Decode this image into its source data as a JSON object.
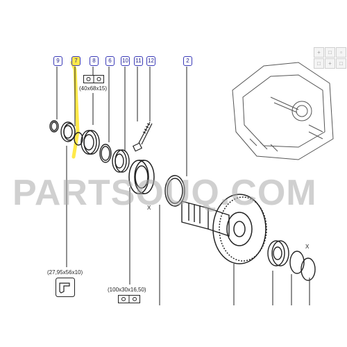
{
  "callouts": {
    "c9": "9",
    "c7": "7",
    "c8": "8",
    "c6": "6",
    "c10": "10",
    "c11": "11",
    "c12": "12",
    "c2": "2"
  },
  "dimensions": {
    "bearing_small": "(40x68x15)",
    "seal": "(27,95x56x10)",
    "bearing_large": "(100x30x16,50)"
  },
  "watermark": "PARTSOUQ.COM",
  "marks": {
    "x_upper": "X",
    "x_lower": "X"
  },
  "colors": {
    "highlight": "#ffe94a",
    "callout_border": "#3a3ab8",
    "line": "#222222"
  },
  "icons": [
    "bearing-symbol-icon",
    "seal-profile-icon",
    "toolbar-icon"
  ]
}
